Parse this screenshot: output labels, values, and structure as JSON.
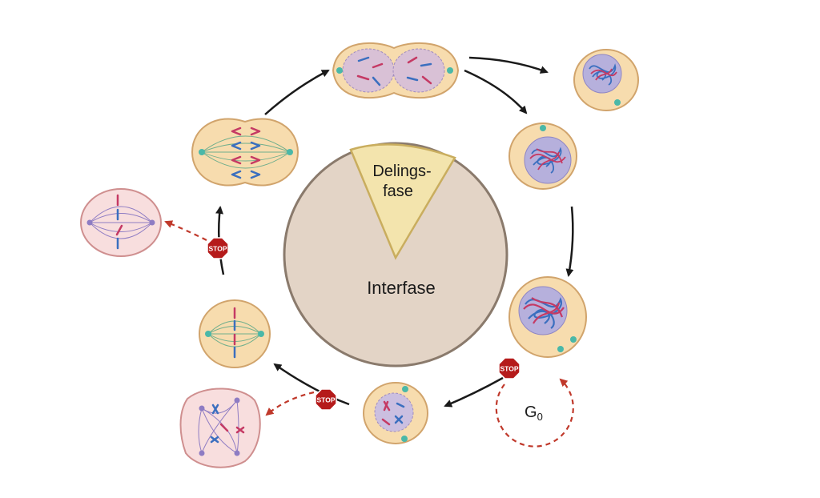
{
  "labels": {
    "division_line1": "Delings-",
    "division_line2": "fase",
    "interphase": "Interfase",
    "g0": "G",
    "g0_sub": "0"
  },
  "stop_sign_text": "STOP",
  "colors": {
    "interphase_fill": "#e3d4c6",
    "interphase_stroke": "#8a7a6c",
    "division_fill": "#f3e4ad",
    "division_stroke": "#c9ad5e",
    "cell_fill": "#f7dcae",
    "cell_stroke": "#d1a46c",
    "abnormal_cell_fill": "#f8dede",
    "abnormal_cell_stroke": "#cf8f8f",
    "nucleus_fill": "#b6b0dc",
    "chromosome_red": "#c53a64",
    "chromosome_blue": "#3b6fbf",
    "arrow": "#1a1a1a",
    "stop_arrow": "#c0392b",
    "stop_sign": "#b51b1b"
  }
}
